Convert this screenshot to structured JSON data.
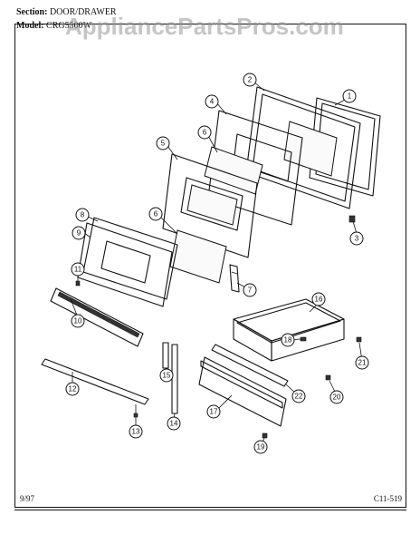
{
  "header": {
    "section_label": "Section:",
    "section_value": "DOOR/DRAWER",
    "model_label": "Model:",
    "model_value": "CRG5500W"
  },
  "watermark": "AppliancePartsPros.com",
  "footer": {
    "date": "9/97",
    "code": "C11-519"
  },
  "callouts": [
    "1",
    "2",
    "3",
    "4",
    "5",
    "6",
    "6",
    "7",
    "8",
    "9",
    "10",
    "11",
    "12",
    "13",
    "14",
    "15",
    "16",
    "17",
    "18",
    "19",
    "20",
    "21",
    "22"
  ]
}
